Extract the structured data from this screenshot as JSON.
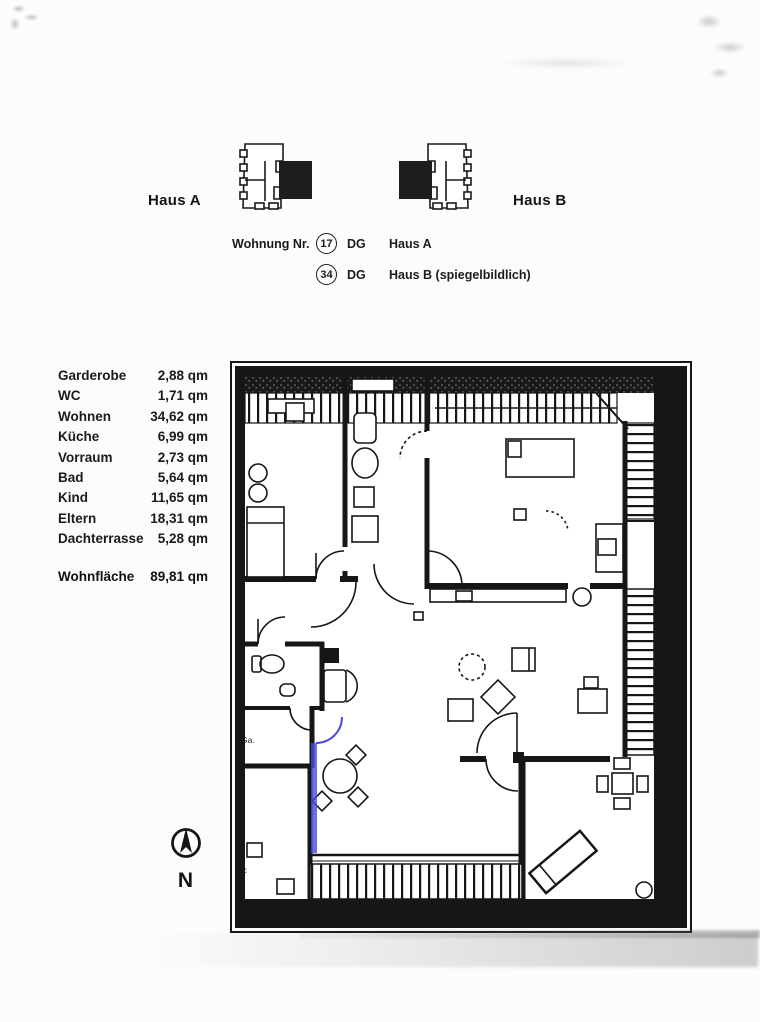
{
  "header": {
    "haus_a_label": "Haus A",
    "haus_b_label": "Haus B"
  },
  "legend": {
    "prefix": "Wohnung Nr.",
    "rows": [
      {
        "number": "17",
        "floor": "DG",
        "house": "Haus A"
      },
      {
        "number": "34",
        "floor": "DG",
        "house": "Haus B (spiegelbildlich)"
      }
    ]
  },
  "room_table": {
    "rows": [
      {
        "name": "Garderobe",
        "area": "2,88 qm"
      },
      {
        "name": "WC",
        "area": "1,71 qm"
      },
      {
        "name": "Wohnen",
        "area": "34,62 qm"
      },
      {
        "name": "Küche",
        "area": "6,99 qm"
      },
      {
        "name": "Vorraum",
        "area": "2,73 qm"
      },
      {
        "name": "Bad",
        "area": "5,64 qm"
      },
      {
        "name": "Kind",
        "area": "11,65 qm"
      },
      {
        "name": "Eltern",
        "area": "18,31 qm"
      },
      {
        "name": "Dachterrasse",
        "area": "5,28 qm"
      }
    ],
    "total": {
      "name": "Wohnfläche",
      "area": "89,81 qm"
    }
  },
  "compass": {
    "label": "N"
  },
  "plan": {
    "ga_label": "Ga.",
    "sc_label": "Sc",
    "ink_color": "#161616",
    "annotation_color": "#4a4ae0"
  }
}
